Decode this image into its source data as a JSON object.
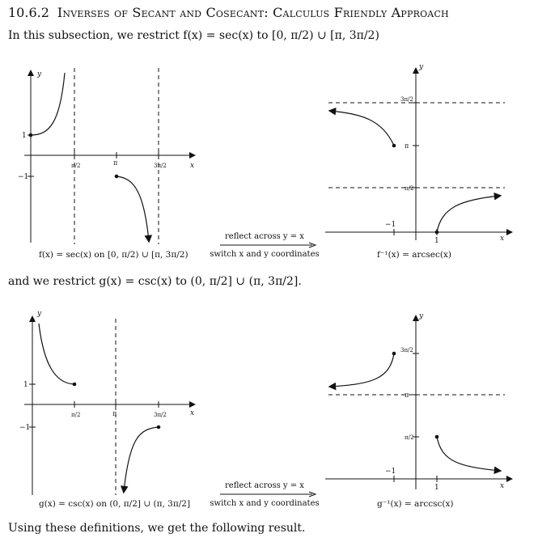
{
  "heading": {
    "number": "10.6.2",
    "title": "Inverses of Secant and Cosecant: Calculus Friendly Approach"
  },
  "intro_sec": {
    "text": "In this subsection, we restrict f(x) = sec(x) to [0, π/2) ∪ [π, 3π/2)"
  },
  "intro_csc": {
    "text": "and we restrict g(x) = csc(x) to (0, π/2] ∪ (π, 3π/2]."
  },
  "conclusion": {
    "text": "Using these definitions, we get the following result."
  },
  "transform": {
    "reflect": "reflect across y = x",
    "switch": "switch x and y coordinates"
  },
  "sec_graph": {
    "caption": "f(x) = sec(x) on [0, π/2) ∪ [π, 3π/2)",
    "axis_x": "x",
    "axis_y": "y",
    "tick_y_pos": "1",
    "tick_y_neg": "−1",
    "tick_x_1": "π/2",
    "tick_x_2": "π",
    "tick_x_3": "3π/2"
  },
  "arcsec_graph": {
    "caption": "f⁻¹(x) = arcsec(x)",
    "axis_x": "x",
    "axis_y": "y",
    "tick_y_1": "3π/2",
    "tick_y_2": "π",
    "tick_y_3": "π/2",
    "tick_x_neg": "−1",
    "tick_x_pos": "1"
  },
  "csc_graph": {
    "caption": "g(x) = csc(x) on (0, π/2] ∪ (π, 3π/2]",
    "axis_x": "x",
    "axis_y": "y",
    "tick_y_pos": "1",
    "tick_y_neg": "−1",
    "tick_x_1": "π/2",
    "tick_x_2": "π",
    "tick_x_3": "3π/2"
  },
  "arccsc_graph": {
    "caption": "g⁻¹(x) = arccsc(x)",
    "axis_x": "x",
    "axis_y": "y",
    "tick_y_1": "3π/2",
    "tick_y_2": "π",
    "tick_y_3": "π/2",
    "tick_x_neg": "−1",
    "tick_x_pos": "1"
  }
}
